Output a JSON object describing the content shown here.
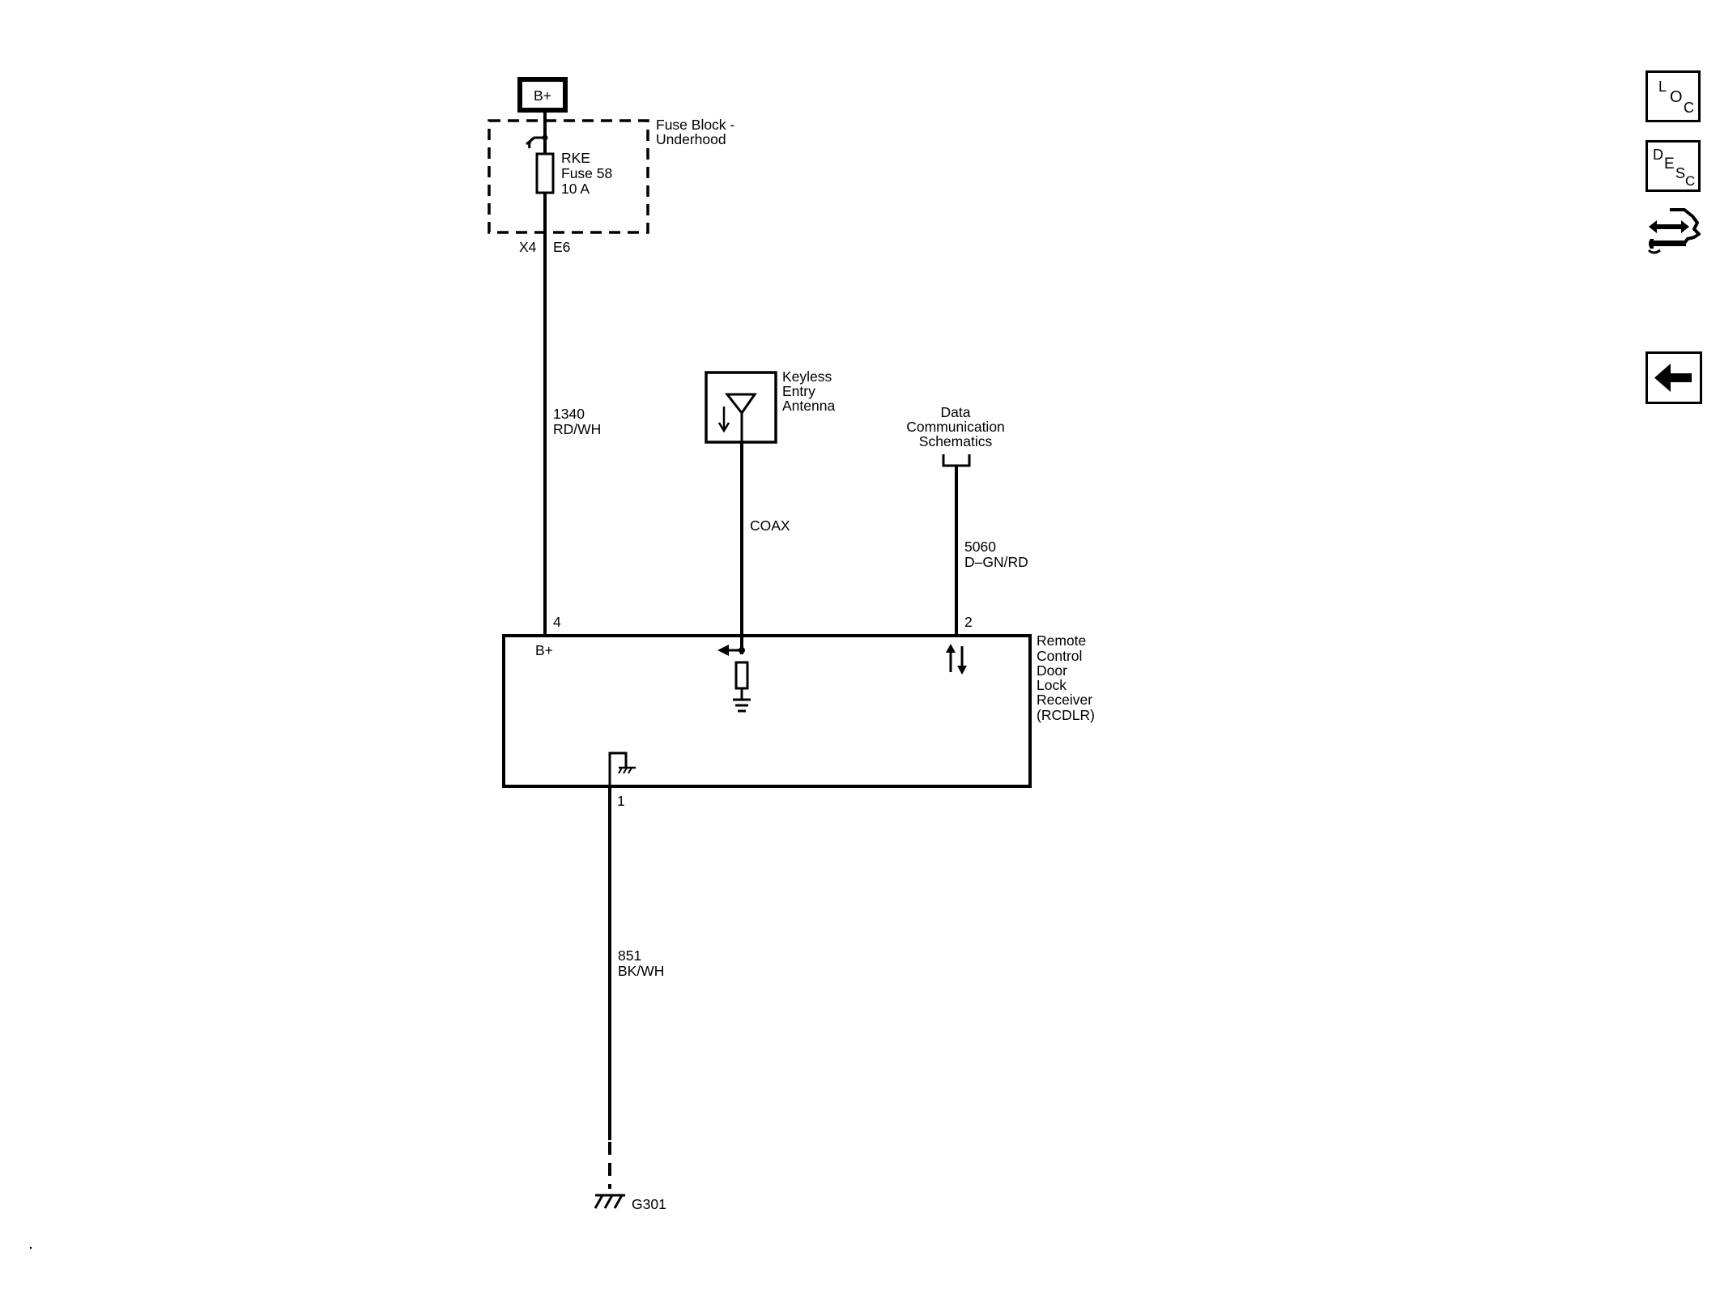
{
  "power": {
    "label": "B+"
  },
  "fuse_block": {
    "line1": "Fuse Block -",
    "line2": "Underhood"
  },
  "fuse": {
    "line1": "RKE",
    "line2": "Fuse 58",
    "line3": "10 A"
  },
  "fuse_pins": {
    "connector": "X4",
    "pin": "E6"
  },
  "wire_power": {
    "circuit": "1340",
    "color": "RD/WH"
  },
  "antenna": {
    "line1": "Keyless",
    "line2": "Entry",
    "line3": "Antenna"
  },
  "wire_antenna": {
    "label": "COAX"
  },
  "data_comm": {
    "line1": "Data",
    "line2": "Communication",
    "line3": "Schematics"
  },
  "wire_data": {
    "circuit": "5060",
    "color": "D–GN/RD"
  },
  "module": {
    "line1": "Remote",
    "line2": "Control",
    "line3": "Door",
    "line4": "Lock",
    "line5": "Receiver",
    "line6": "(RCDLR)",
    "b_plus_label": "B+",
    "pin_power": "4",
    "pin_data": "2",
    "pin_ground": "1"
  },
  "wire_ground": {
    "circuit": "851",
    "color": "BK/WH"
  },
  "ground": {
    "label": "G301"
  },
  "sidebar": {
    "loc": {
      "l": "L",
      "o": "O",
      "c": "C",
      "icon": "location-icon"
    },
    "desc": {
      "d": "D",
      "e": "E",
      "s": "S",
      "c": "C",
      "icon": "description-icon"
    },
    "connector_icon": "connector-tool-icon",
    "back_icon": "back-arrow-icon"
  }
}
